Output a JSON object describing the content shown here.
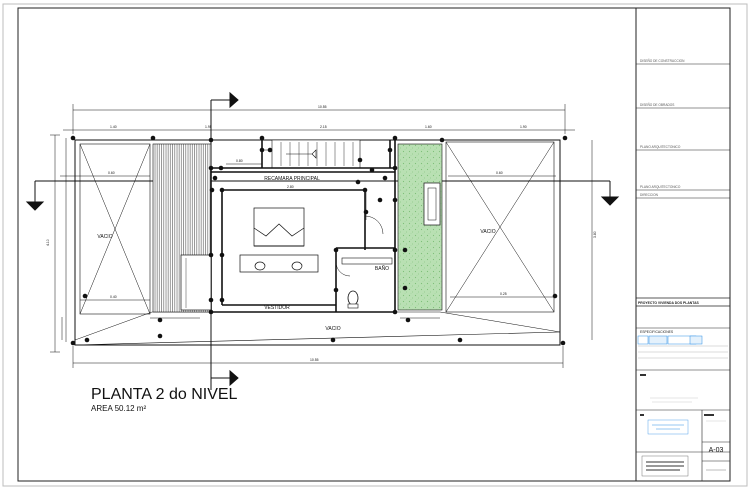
{
  "plan": {
    "title": "PLANTA 2 do NIVEL",
    "area": "AREA 50.12 m²",
    "rooms": {
      "master_bedroom": "RECAMARA PRINCIPAL",
      "closet": "VESTIDOR",
      "bath": "BAÑO",
      "void_left": "VACIO",
      "void_right": "VACIO",
      "void_bottom": "VACIO"
    }
  },
  "title_block": {
    "fields": [
      "DISEÑO DE CONSTRUCCION",
      "DISEÑO DE OBRADOS",
      "PLANO ARQUITECTONICO",
      "PLANO ARQUITECTONICO",
      "DIRECCION"
    ],
    "project_bar": "PROYECTO VIVIENDA DOS PLANTAS",
    "specs_header": "ESPECIFICACIONES",
    "sheet_number": "A-03"
  },
  "colors": {
    "line": "#111111",
    "hatch": "#6d6d6d",
    "planter_green": "#b5deb0",
    "title_blue": "#2e8fe6"
  }
}
